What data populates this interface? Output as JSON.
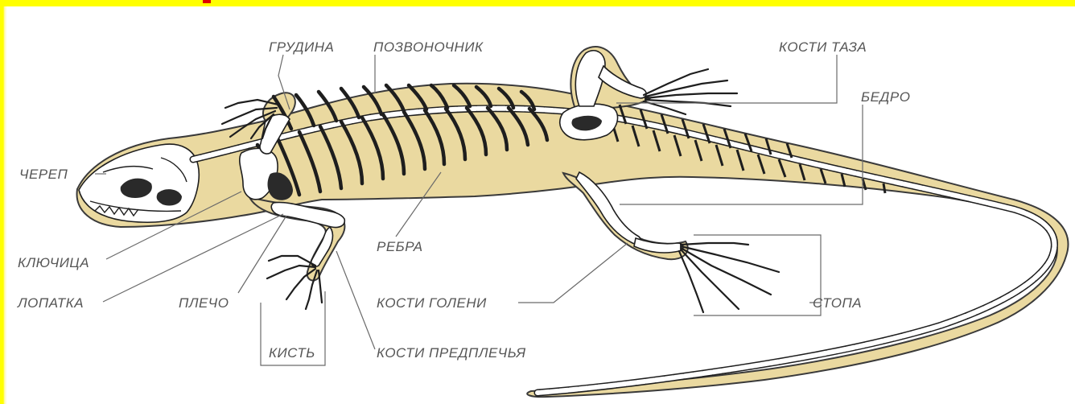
{
  "labels": {
    "sternum": "ГРУДИНА",
    "spine": "ПОЗВОНОЧНИК",
    "pelvis": "КОСТИ ТАЗА",
    "femur": "БЕДРО",
    "skull": "ЧЕРЕП",
    "clavicle": "КЛЮЧИЦА",
    "scapula": "ЛОПАТКА",
    "humerus": "ПЛЕЧО",
    "ribs": "РЕБРА",
    "shin": "КОСТИ ГОЛЕНИ",
    "foot": "СТОПА",
    "hand": "КИСТЬ",
    "forearm": "КОСТИ ПРЕДПЛЕЧЬЯ"
  },
  "colors": {
    "frame": "#ffff00",
    "body_fill": "#ead9a0",
    "label_text": "#555555",
    "accent_mark": "#e00000"
  }
}
